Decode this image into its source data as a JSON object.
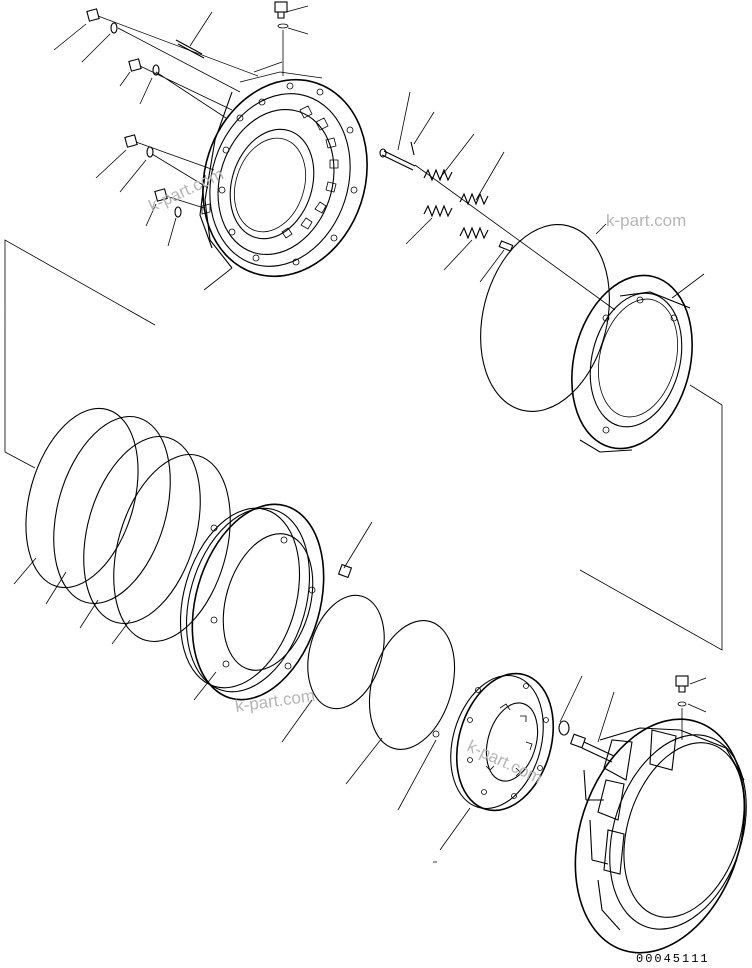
{
  "watermarks": [
    "k-part.com",
    "k-part.com",
    "k-part.com",
    "k-part.com"
  ],
  "drawing_code": "00045111"
}
